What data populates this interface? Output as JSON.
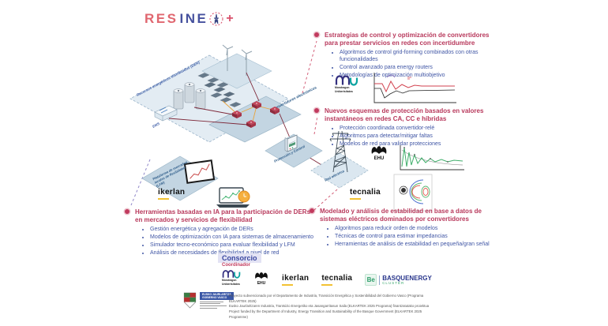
{
  "logo": {
    "part1": "RES",
    "part2": "INE",
    "plus": "+"
  },
  "colors": {
    "heading": "#b8395c",
    "bullet": "#4056a5",
    "consortium_title": "#3a47a0",
    "platform_blue": "#c3d5e2",
    "converter_red": "#b5374a",
    "line_orange": "#e8a33d",
    "line_dark_red": "#7d2738"
  },
  "diagram": {
    "der_label": "Recursos energéticos distribuidos (DER)",
    "ems_label": "EMS",
    "converters_label": "Convertidores electrónicos",
    "lfm_label_lines": [
      "Plataforma de mercados",
      "locales de flexibilidad",
      "(LFM)"
    ],
    "protection_label": "Protección y Control",
    "grid_label": "Red eléctrica"
  },
  "blocks": [
    {
      "title": "Estrategias de control y optimización de convertidores para prestar servicios en redes con incertidumbre",
      "bullets": [
        "Algoritmos de control grid-forming combinados con otras funcionalidades",
        "Control avanzado para energy routers",
        "Metodologías de optimización multiobjetivo"
      ]
    },
    {
      "title": "Nuevos esquemas de protección basados en valores instantáneos en redes CA, CC e híbridas",
      "bullets": [
        "Protección coordinada convertidor-relé",
        "Algoritmos para detectar/mitigar faltas",
        "Modelos de red para validar protecciones"
      ]
    },
    {
      "title": "Herramientas basadas en IA para la participación de DERs en mercados y servicios de flexibilidad",
      "bullets": [
        "Gestión energética y agregación de DERs",
        "Modelos de optimización con IA para sistemas de almacenamiento",
        "Simulador tecno-económico para evaluar flexibilidad y LFM",
        "Análisis de necesidades de flexibilidad a nivel de red"
      ]
    },
    {
      "title": "Modelado y análisis de estabilidad en base a datos de sistemas eléctricos dominados por convertidores",
      "bullets": [
        "Algoritmos para reducir orden de modelos",
        "Técnicas de control para estimar impedancias",
        "Herramientas de análisis de estabilidad en pequeña/gran señal"
      ]
    }
  ],
  "logos": {
    "mondragon": {
      "name1": "Mondragon",
      "name2": "Unibertsitatea"
    },
    "ehu": {
      "label": "EHU"
    },
    "ikerlan": {
      "label": "ikerlan"
    },
    "tecnalia": {
      "label": "tecnalia"
    },
    "basquenergy": {
      "icon": "Be",
      "label": "BASQUENERGY",
      "sub": "CLUSTER"
    }
  },
  "consortium": {
    "title": "Consorcio",
    "coordinator": "Coordinador"
  },
  "footer": {
    "gov1": "EUSKO JAURLARITZA",
    "gov2": "GOBIERNO VASCO",
    "lines": [
      "Proyecto subvencionado por el Departamento de Industria, Transición Energética y Sostenibilidad del Gobierno Vasco (Programa ELKARTEK 2025)",
      "Eusko Jaurlaritzaren Industria, Trantsizio Energetiko eta Jasangarritasun Saila (ELKARTEK 2025 Programa) finantzatutako proiektua",
      "Project funded by the Department of Industry, Energy Transition and Sustainability of the Basque Government (ELKARTEK 2025 Programme)"
    ]
  }
}
